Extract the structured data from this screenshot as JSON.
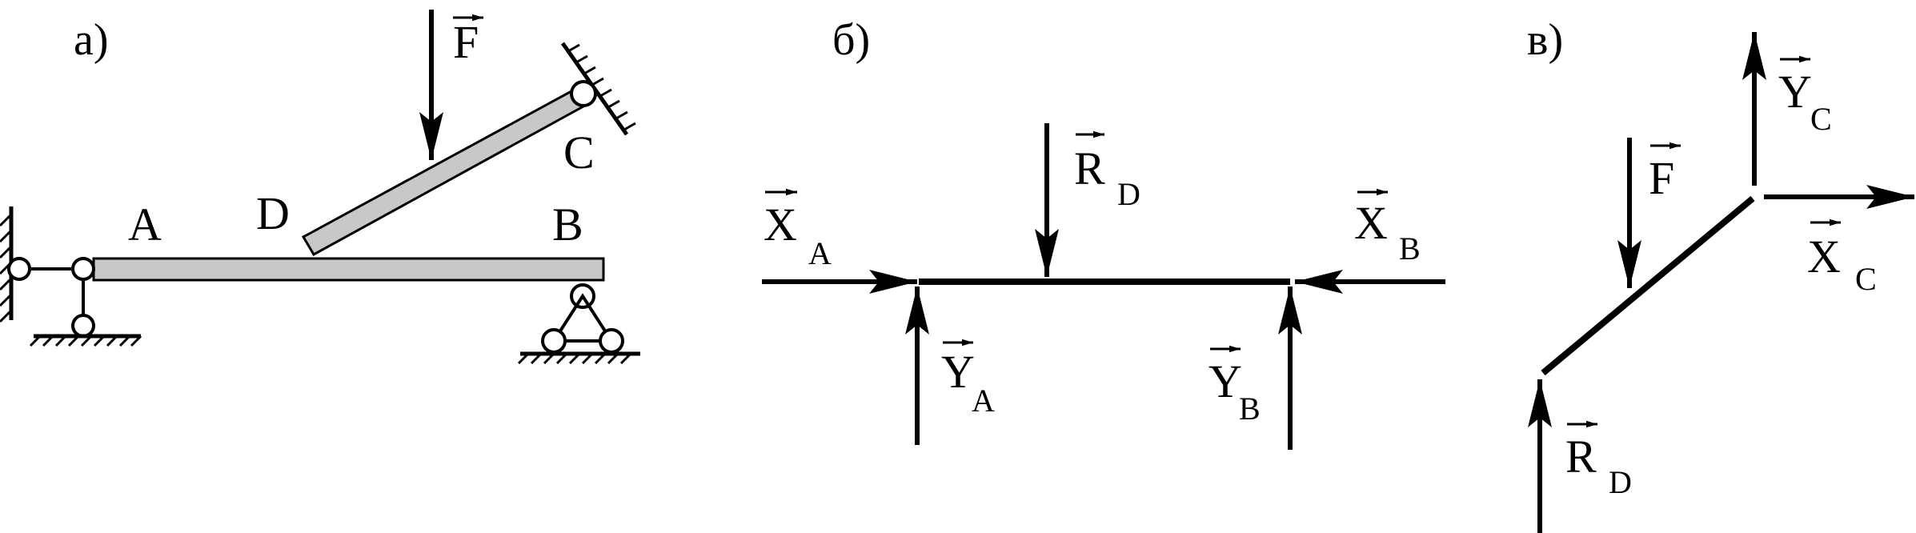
{
  "panels": {
    "a": {
      "label": "а)"
    },
    "b": {
      "label": "б)"
    },
    "c": {
      "label": "в)"
    }
  },
  "points": {
    "A": "A",
    "B": "B",
    "C": "C",
    "D": "D"
  },
  "forces": {
    "F": "F",
    "R": "R",
    "R_sub": "D",
    "X": "X",
    "Y": "Y",
    "sub_A": "A",
    "sub_B": "B",
    "sub_C": "C"
  },
  "colors": {
    "beam_fill": "#c8c8c8",
    "ink": "#000000"
  }
}
